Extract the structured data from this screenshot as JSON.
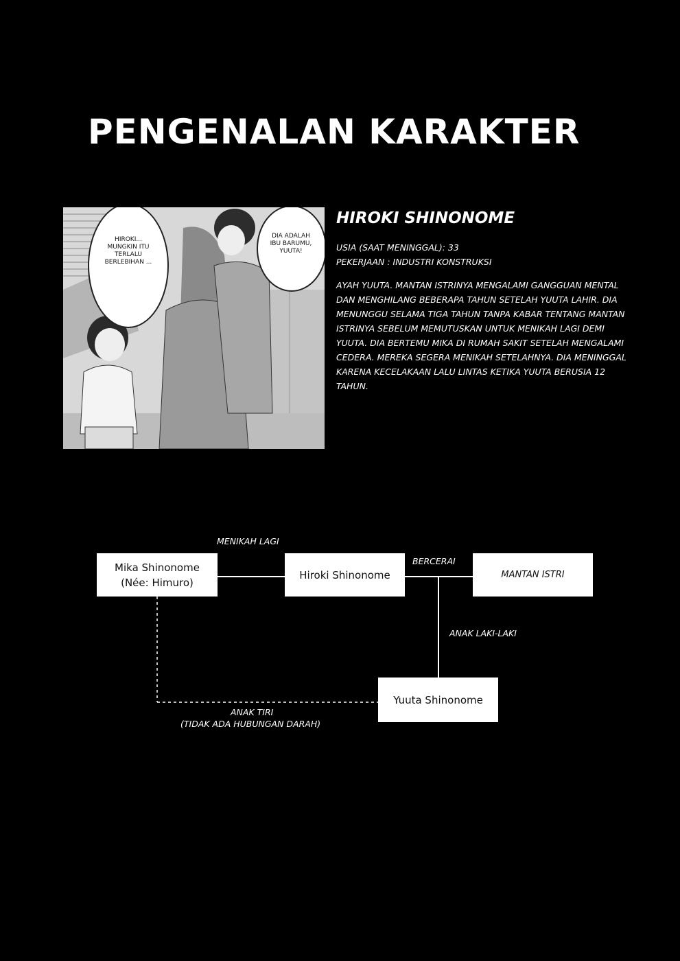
{
  "title": "PENGENALAN KARAKTER",
  "panel": {
    "bubble_left": "HIROKI... MUNGKIN ITU TERLALU BERLEBIHAN ...",
    "bubble_right": "DIA ADALAH IBU BARUMU, YUUTA!"
  },
  "character": {
    "name": "HIROKI SHINONOME",
    "age": "USIA (SAAT MENINGGAL): 33",
    "occupation": "PEKERJAAN : INDUSTRI KONSTRUKSI",
    "description": "AYAH YUUTA. MANTAN ISTRINYA MENGALAMI GANGGUAN MENTAL DAN MENGHILANG BEBERAPA TAHUN SETELAH YUUTA LAHIR. DIA MENUNGGU SELAMA TIGA TAHUN TANPA KABAR TENTANG MANTAN ISTRINYA SEBELUM MEMUTUSKAN UNTUK MENIKAH LAGI DEMI YUUTA. DIA BERTEMU MIKA DI RUMAH SAKIT SETELAH MENGALAMI CEDERA. MEREKA SEGERA MENIKAH SETELAHNYA. DIA MENINGGAL KARENA KECELAKAAN LALU LINTAS KETIKA YUUTA BERUSIA 12 TAHUN."
  },
  "family_tree": {
    "mika_line1": "Mika Shinonome",
    "mika_line2": "(Née: Himuro)",
    "hiroki": "Hiroki Shinonome",
    "ex_wife": "MANTAN ISTRI",
    "yuuta": "Yuuta Shinonome",
    "rel_remarried": "MENIKAH LAGI",
    "rel_divorced": "BERCERAI",
    "rel_son": "ANAK LAKI-LAKI",
    "rel_stepchild": "ANAK TIRI",
    "rel_no_blood": "(TIDAK ADA HUBUNGAN DARAH)"
  }
}
